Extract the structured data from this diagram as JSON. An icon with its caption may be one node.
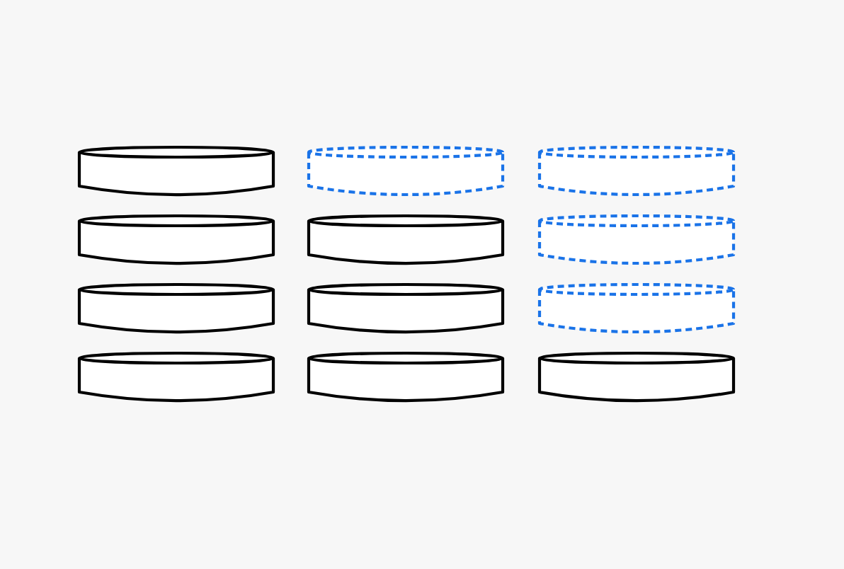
{
  "diagram": {
    "nodes": [
      {
        "text": [],
        "shape": "cylinder"
      },
      {
        "text": [],
        "shape": "cylinder"
      },
      {
        "text": [],
        "shape": "cylinder"
      },
      {
        "text": [],
        "shape": "cylinder"
      },
      {
        "text": [],
        "shape": "cylinder"
      },
      {
        "text": [],
        "shape": "cylinder"
      },
      {
        "text": [],
        "shape": "cylinder"
      },
      {
        "text": [],
        "shape": "cylinder"
      },
      {
        "text": [],
        "shape": "cylinder"
      },
      {
        "text": [],
        "shape": "cylinder"
      },
      {
        "text": [],
        "shape": "cylinder"
      },
      {
        "text": [],
        "shape": "cylinder"
      }
    ]
  }
}
